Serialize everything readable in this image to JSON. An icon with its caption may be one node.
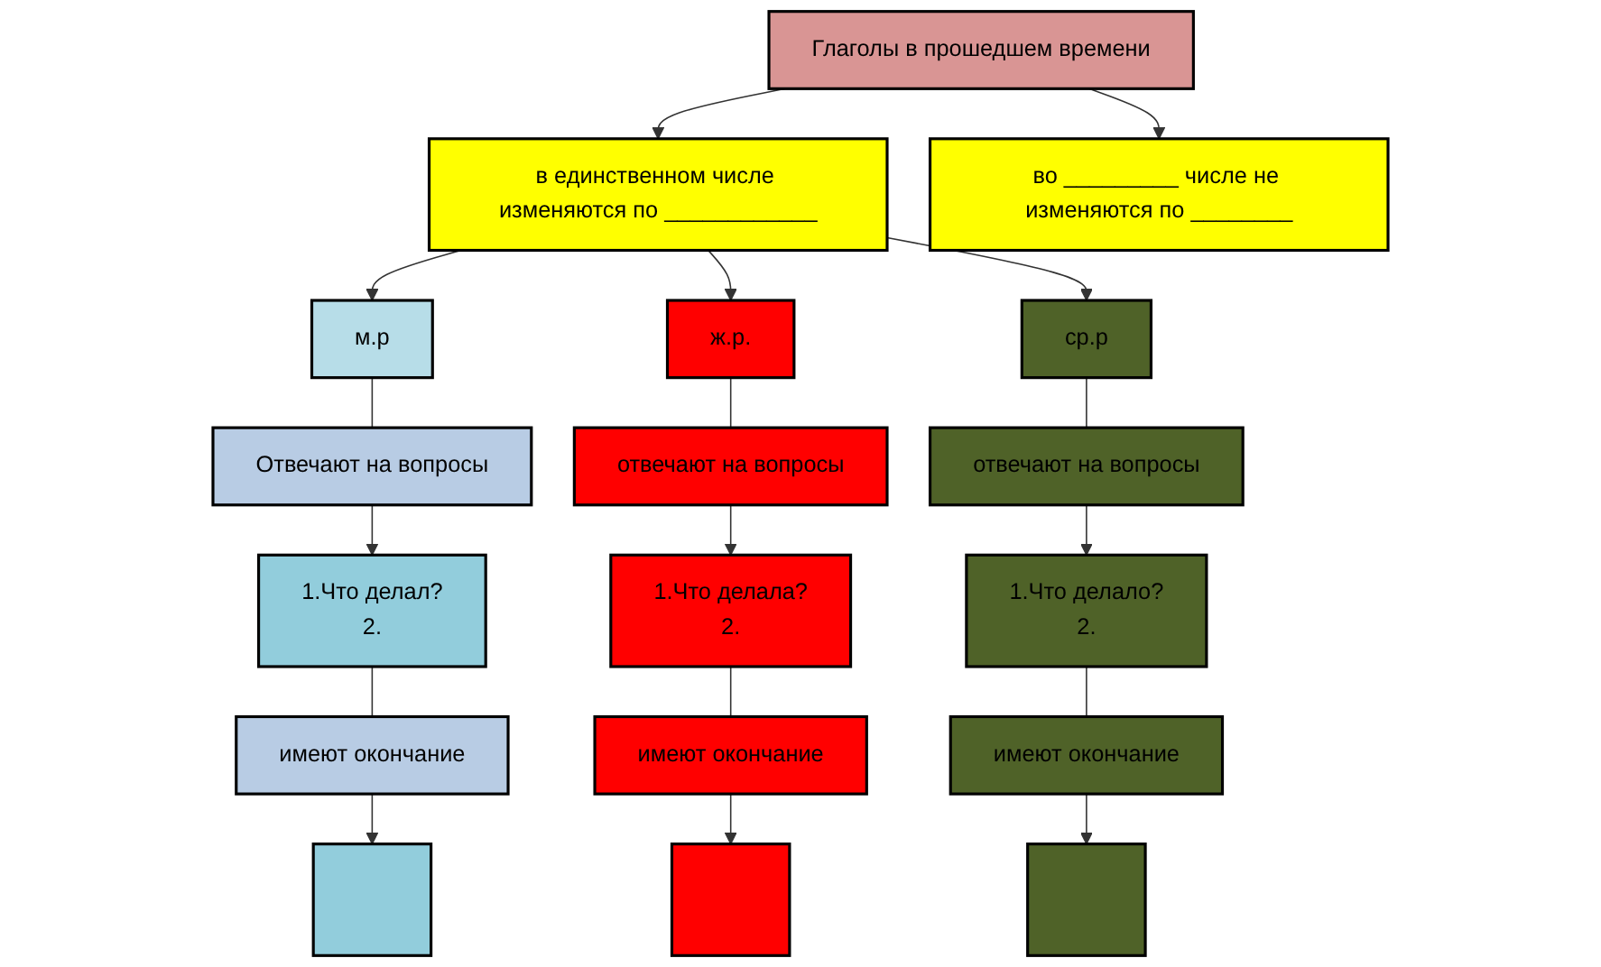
{
  "diagram": {
    "nodes": [
      {
        "text": [
          "Глаголы в прошедшем времени"
        ]
      },
      {
        "text": [
          "в единственном числе изменяются по ____________"
        ]
      },
      {
        "text": [
          "во _________ числе не изменяются по ________"
        ]
      },
      {
        "text": [
          "м.р"
        ]
      },
      {
        "text": [
          "Отвечают на вопросы"
        ]
      },
      {
        "text": [
          "1.Что делал?",
          "2."
        ]
      },
      {
        "text": [
          "имеют окончание"
        ]
      },
      {
        "text": [],
        "shape": "box"
      },
      {
        "text": [
          "ж.р."
        ]
      },
      {
        "text": [
          "отвечают на вопросы"
        ]
      },
      {
        "text": [
          "1.Что делала?",
          "2."
        ]
      },
      {
        "text": [
          "имеют окончание"
        ]
      },
      {
        "text": [],
        "shape": "box"
      },
      {
        "text": [
          "ср.р"
        ]
      },
      {
        "text": [
          "отвечают на вопросы"
        ]
      },
      {
        "text": [
          "1.Что делало?",
          "2."
        ]
      },
      {
        "text": [
          "имеют окончание"
        ]
      },
      {
        "text": [],
        "shape": "box"
      }
    ],
    "edges": [
      {
        "from": 0,
        "to": 1,
        "arrow": "to"
      },
      {
        "from": 0,
        "to": 2,
        "arrow": "to"
      },
      {
        "from": 1,
        "to": 3,
        "arrow": "to"
      },
      {
        "from": 1,
        "to": 8,
        "arrow": "to"
      },
      {
        "from": 1,
        "to": 13,
        "arrow": "to"
      },
      {
        "from": 3,
        "to": 4,
        "arrow": "none"
      },
      {
        "from": 4,
        "to": 5,
        "arrow": "to"
      },
      {
        "from": 5,
        "to": 6,
        "arrow": "none"
      },
      {
        "from": 6,
        "to": 7,
        "arrow": "to"
      },
      {
        "from": 8,
        "to": 9,
        "arrow": "none"
      },
      {
        "from": 9,
        "to": 10,
        "arrow": "to"
      },
      {
        "from": 10,
        "to": 11,
        "arrow": "none"
      },
      {
        "from": 11,
        "to": 12,
        "arrow": "to"
      },
      {
        "from": 13,
        "to": 14,
        "arrow": "none"
      },
      {
        "from": 14,
        "to": 15,
        "arrow": "to"
      },
      {
        "from": 15,
        "to": 16,
        "arrow": "none"
      },
      {
        "from": 16,
        "to": 17,
        "arrow": "to"
      }
    ]
  }
}
